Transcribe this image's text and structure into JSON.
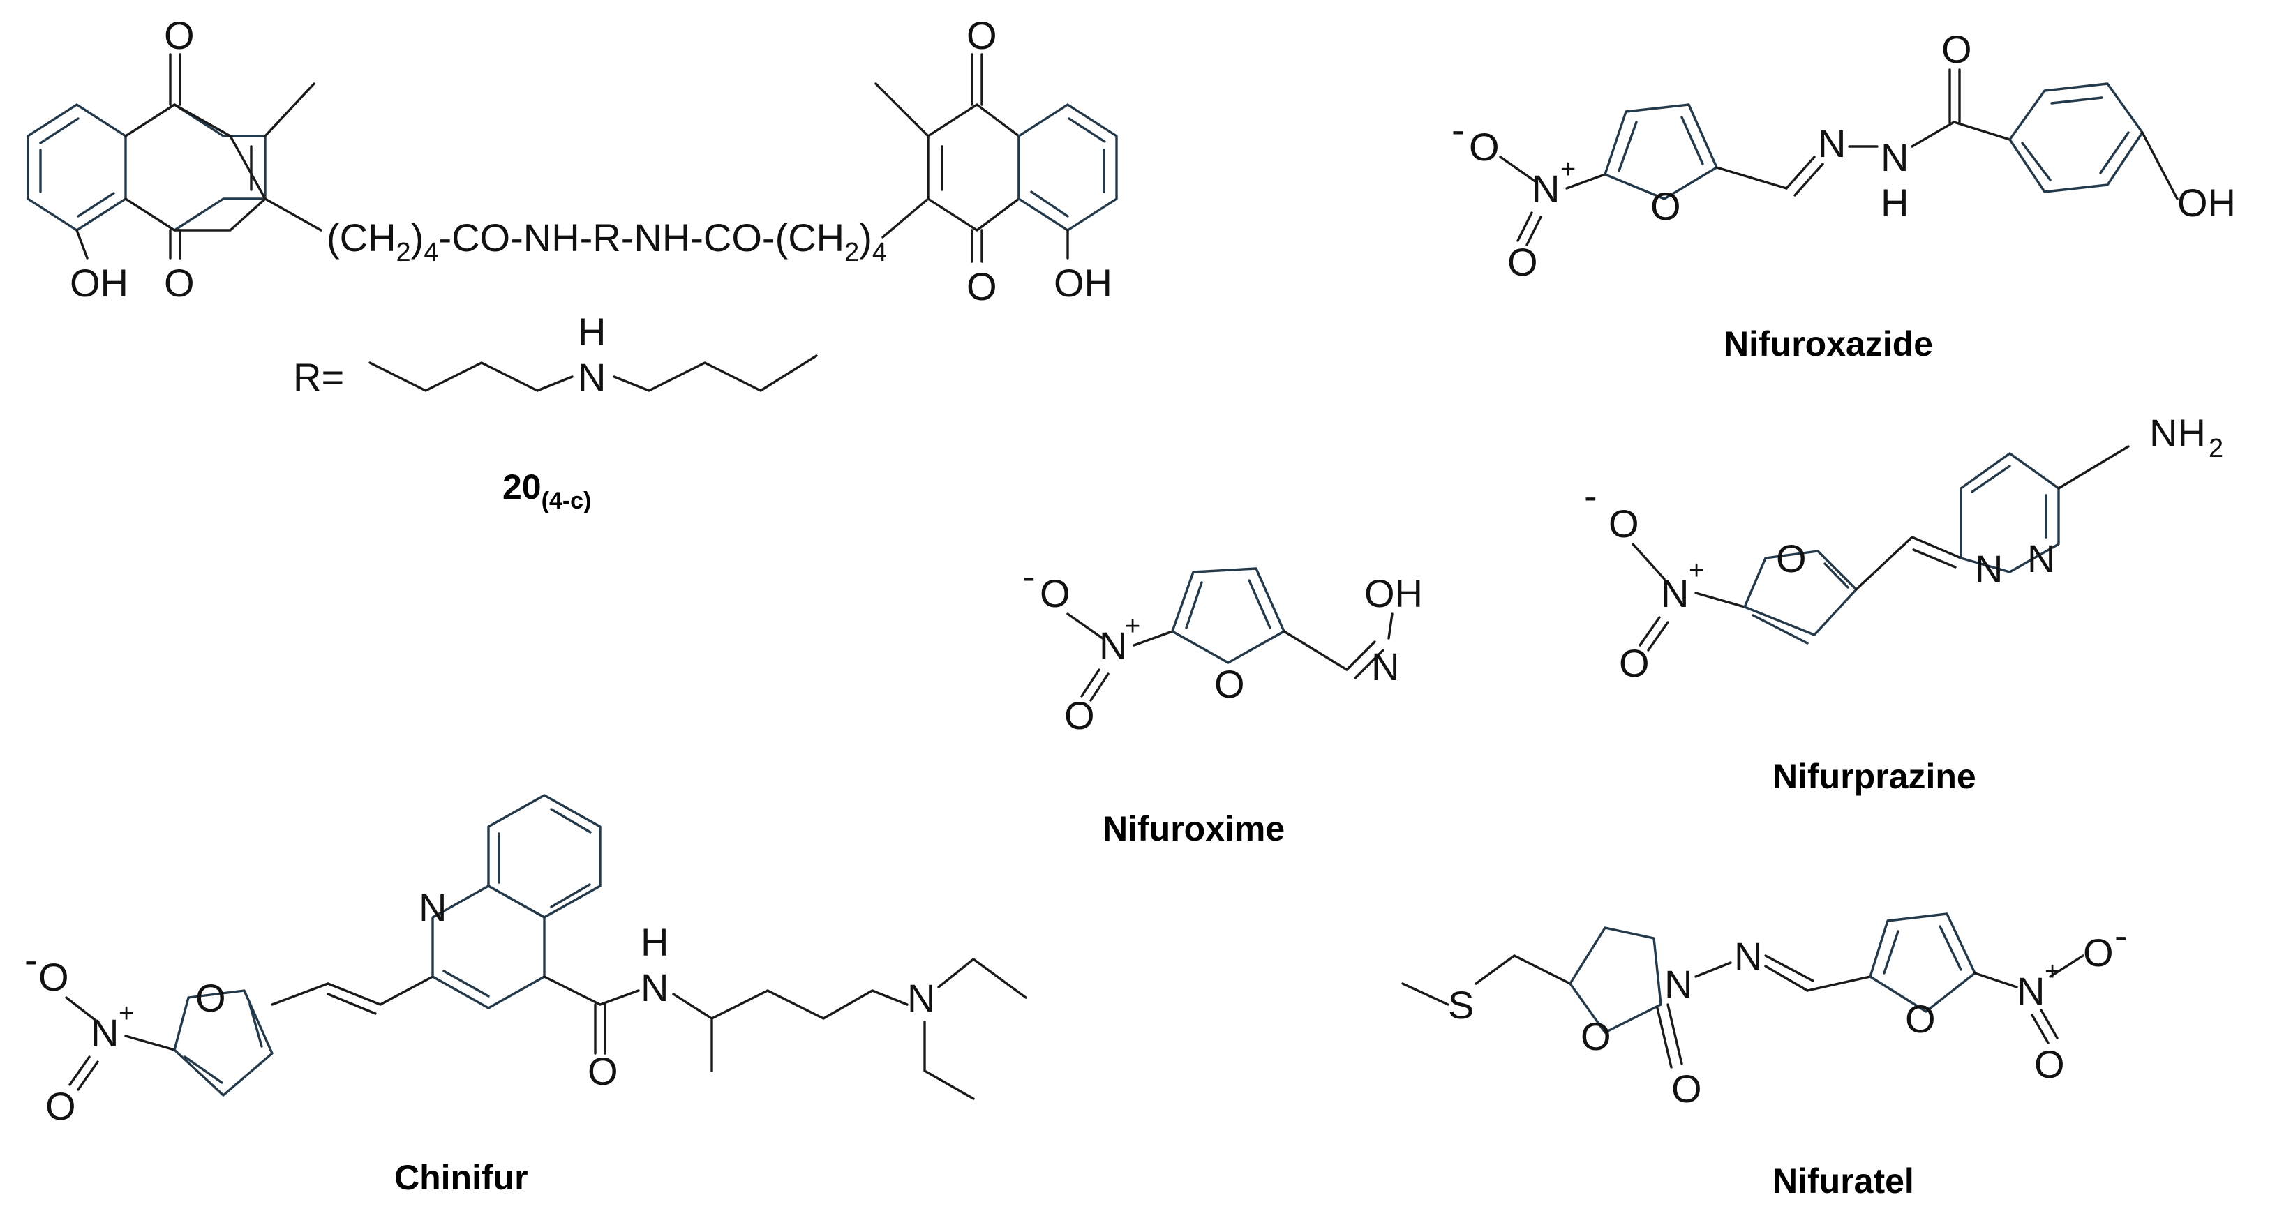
{
  "figure": {
    "compounds": [
      {
        "id": "c20",
        "label": "20",
        "label_sub": "(4-c)",
        "linker": {
          "left_ch2": "(CH",
          "two": "2",
          "close": ")",
          "four": "4",
          "middle": "-CO-NH-R-NH-CO-(CH",
          "right_two": "2",
          "right_close": ")",
          "right_four": "4"
        },
        "r_label": "R=",
        "atoms": {
          "O": "O",
          "OH": "OH",
          "H": "H",
          "N": "N"
        }
      },
      {
        "id": "nifuroxazide",
        "name": "Nifuroxazide",
        "atoms": {
          "minus": "-",
          "O": "O",
          "N": "N",
          "plus": "+",
          "H": "H",
          "OH": "OH"
        }
      },
      {
        "id": "nifurprazine",
        "name": "Nifurprazine",
        "atoms": {
          "minus": "-",
          "O": "O",
          "N": "N",
          "plus": "+",
          "NH": "NH",
          "two": "2"
        }
      },
      {
        "id": "nifuroxime",
        "name": "Nifuroxime",
        "atoms": {
          "minus": "-",
          "O": "O",
          "N": "N",
          "plus": "+",
          "OH": "OH"
        }
      },
      {
        "id": "chinifur",
        "name": "Chinifur",
        "atoms": {
          "minus": "-",
          "O": "O",
          "N": "N",
          "plus": "+",
          "H": "H"
        }
      },
      {
        "id": "nifuratel",
        "name": "Nifuratel",
        "atoms": {
          "minus": "-",
          "O": "O",
          "N": "N",
          "plus": "+",
          "S": "S"
        }
      }
    ]
  }
}
